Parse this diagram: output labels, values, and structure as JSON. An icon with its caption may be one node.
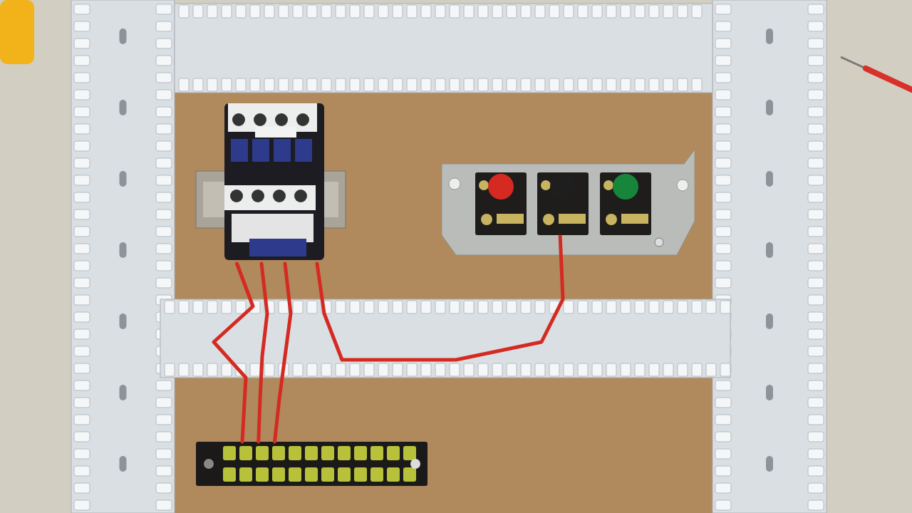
{
  "diagram": {
    "nodes": [
      {
        "text": [],
        "shape": "picture"
      },
      {
        "text": [],
        "shape": "picture"
      },
      {
        "text": [],
        "shape": "box",
        "in": 1
      },
      {
        "text": [],
        "shape": "box",
        "in": 1
      },
      {
        "text": [],
        "shape": "box",
        "in": 1
      },
      {
        "text": [],
        "shape": "picture"
      }
    ],
    "edges": [
      {
        "from": 0,
        "to": 5,
        "arrow": "none"
      },
      {
        "from": 0,
        "to": 5,
        "arrow": "none"
      },
      {
        "from": 0,
        "to": 5,
        "arrow": "none"
      },
      {
        "from": 3,
        "to": 0,
        "arrow": "none"
      }
    ]
  }
}
